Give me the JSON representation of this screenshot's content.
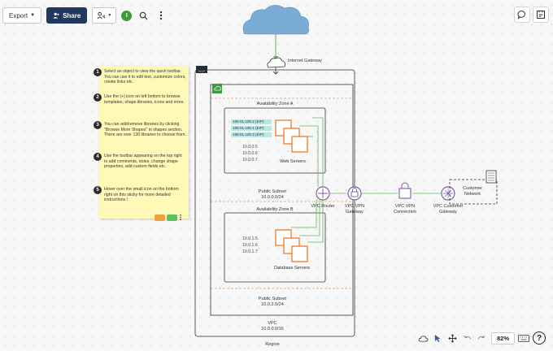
{
  "toolbar": {
    "export_label": "Export",
    "share_label": "Share",
    "avatar_initial": "I"
  },
  "sticky_note": {
    "tips": [
      {
        "num": "1",
        "text": "Select an object to view the quick toolbar. You can use it to edit text, customize colors, create links etc."
      },
      {
        "num": "2",
        "text": "Use the (+) icon on left bottom to browse templates, shape libraries, icons and more."
      },
      {
        "num": "3",
        "text": "You can add/remove libraries by clicking \"Browse More Shapes\" in shapes section. There are over 130 libraries to choose from."
      },
      {
        "num": "4",
        "text": "Use the toolbar appearing on the top right to add comments, notes, change shape properties, add custom fields etc."
      },
      {
        "num": "5",
        "text": "Hover over the small icon on the bottom right on this sticky for more detailed instructions.!"
      }
    ],
    "tag_colors": [
      "#f0a040",
      "#5cc05c"
    ]
  },
  "diagram": {
    "internet_gateway": "Internet Gateway",
    "availability_zone_a": "Availability Zone A",
    "availability_zone_b": "Availability Zone B",
    "eips": [
      "198.51.100.2 (EIP)",
      "198.51.100.1 (EIP)",
      "198.51.100.3 (EIP)"
    ],
    "ips_a": [
      "10.0.0.5",
      "10.0.0.6",
      "10.0.0.7"
    ],
    "ips_b": [
      "10.0.1.5",
      "10.0.1.6",
      "10.0.1.7"
    ],
    "web_servers": "Web Servers",
    "database_servers": "Database Servers",
    "public_subnet_a": "Public Subnet",
    "public_subnet_a_cidr": "10.0.0.0/24",
    "public_subnet_b": "Public Subnet",
    "public_subnet_b_cidr": "10.0.2.0/24",
    "vpc": "VPC",
    "vpc_cidr": "10.0.0.0/16",
    "region": "Region",
    "vpc_router": "VPC Router",
    "vpn_gateway": "VPC VPN Gateway",
    "vpn_connection": "VPC VPN Connection",
    "customer_gateway": "VPC Customer Gateway",
    "customer_network": "Customer Network"
  },
  "zoom": {
    "level": "82%"
  },
  "colors": {
    "accent": "#20375e",
    "aws_orange": "#e8731a",
    "line_green": "#5cb85c",
    "router_purple": "#7b5ea7"
  }
}
